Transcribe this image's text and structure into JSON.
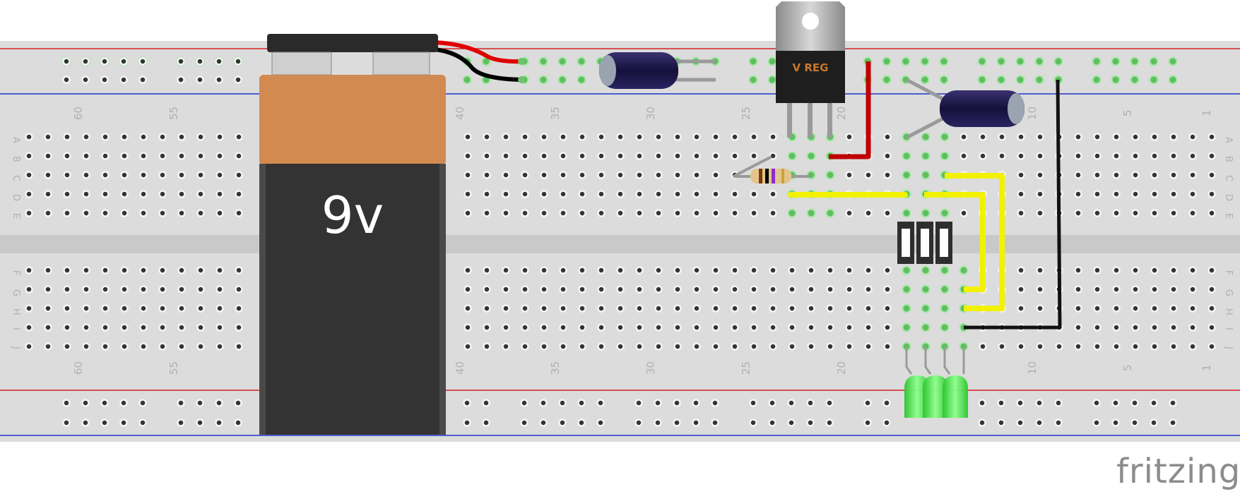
{
  "app": {
    "logo": "fritzing"
  },
  "breadboard": {
    "column_labels_top": [
      "60",
      "55",
      "40",
      "35",
      "30",
      "25",
      "20",
      "10",
      "5",
      "1"
    ],
    "column_labels_bottom": [
      "60",
      "55",
      "40",
      "35",
      "30",
      "25",
      "20",
      "10",
      "5",
      "1"
    ],
    "row_labels": [
      "A",
      "B",
      "C",
      "D",
      "E",
      "F",
      "G",
      "H",
      "I",
      "J"
    ]
  },
  "battery": {
    "label": "9v"
  },
  "regulator": {
    "label": "V REG"
  },
  "colors": {
    "board": "#dcdcdc",
    "battery_top": "#d28a50",
    "battery_body": "#333333",
    "wire_red": "#c00000",
    "wire_yellow": "#f2f200",
    "wire_black": "#111111",
    "led": "#33cc33",
    "capacitor": "#1b1547",
    "rail_red": "#d32222",
    "rail_blue": "#2233cc"
  }
}
